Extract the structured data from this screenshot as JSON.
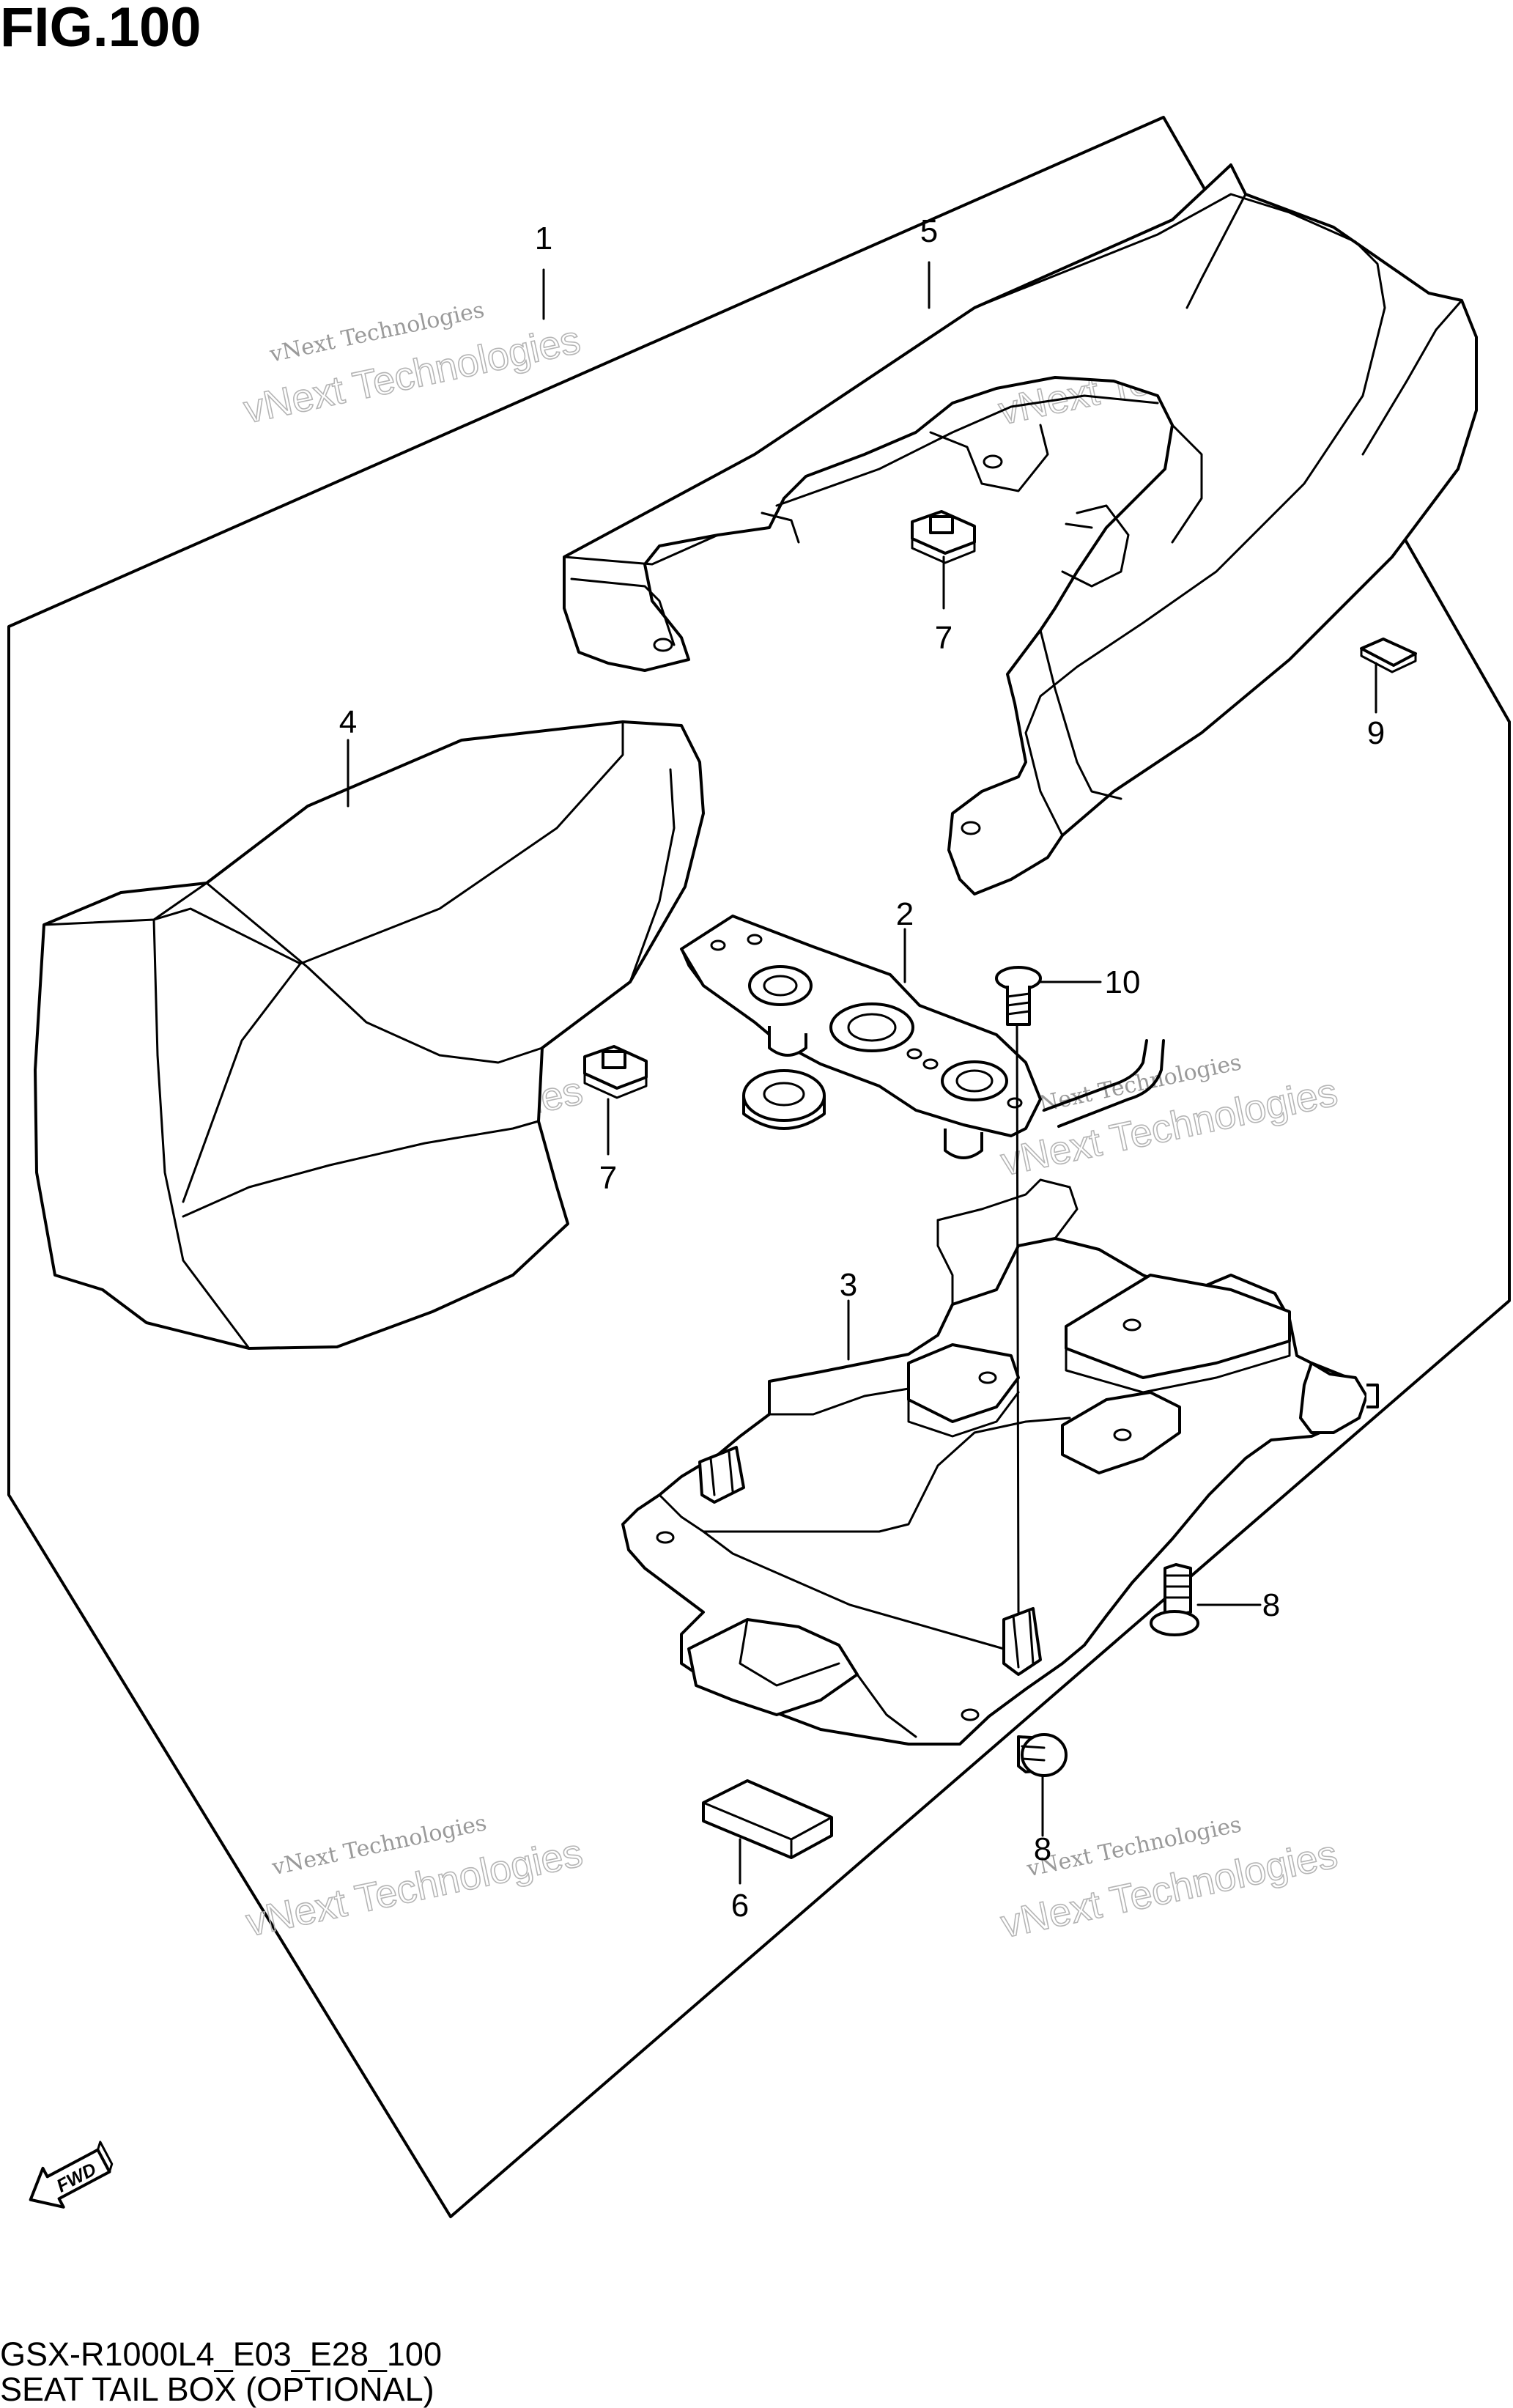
{
  "figure": {
    "title": "FIG.100",
    "model_code": "GSX-R1000L4_E03_E28_100",
    "caption": "SEAT TAIL BOX (OPTIONAL)"
  },
  "fwd_label": "FWD",
  "watermark": {
    "line1": "vNext Technologies",
    "line2": "vNext Technologies"
  },
  "callouts": [
    {
      "label": "1"
    },
    {
      "label": "5"
    },
    {
      "label": "7"
    },
    {
      "label": "9"
    },
    {
      "label": "4"
    },
    {
      "label": "2"
    },
    {
      "label": "10"
    },
    {
      "label": "7"
    },
    {
      "label": "3"
    },
    {
      "label": "8"
    },
    {
      "label": "8"
    },
    {
      "label": "6"
    }
  ]
}
